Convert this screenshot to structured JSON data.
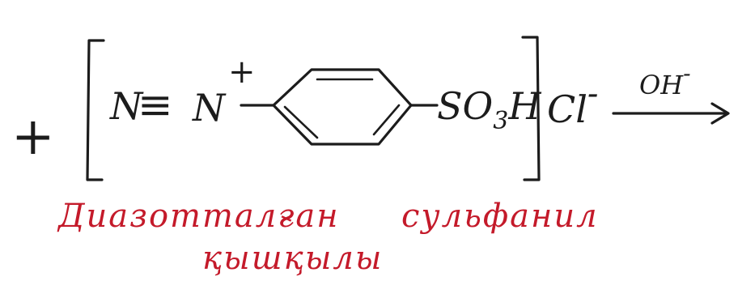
{
  "reaction": {
    "plus_sign": "+",
    "triple_bond": "≡",
    "n_atom_left": "N",
    "n_atom_right": "N",
    "n_charge": "+",
    "substituent": "SO",
    "substituent_subscript": "3",
    "substituent_h": "H",
    "counter_ion": "Cl",
    "counter_ion_charge": "-",
    "condition": "OH",
    "condition_charge": "-"
  },
  "caption": {
    "line1_left": "Диазотталған",
    "line1_right": "сульфанил",
    "line2": "қышқылы"
  },
  "colors": {
    "ink": "#1c1c1c",
    "caption_red": "#c41a2a",
    "background": "#ffffff"
  }
}
